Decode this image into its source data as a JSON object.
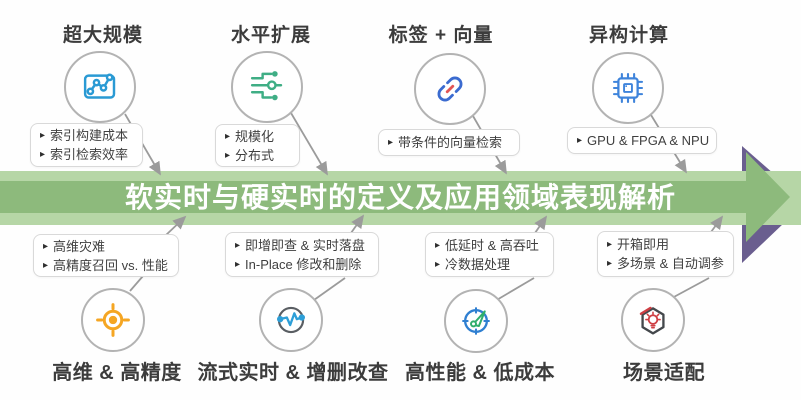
{
  "banner": {
    "title": "软实时与硬实时的定义及应用领域表现解析"
  },
  "bullet": "▸",
  "top_groups": [
    {
      "header": "超大规模",
      "icon": "scatter-chart-icon",
      "items": [
        "索引构建成本",
        "索引检索效率"
      ]
    },
    {
      "header": "水平扩展",
      "icon": "network-branch-icon",
      "items": [
        "规模化",
        "分布式"
      ]
    },
    {
      "header": "标签 + 向量",
      "icon": "link-icon",
      "items": [
        "带条件的向量检索"
      ]
    },
    {
      "header": "异构计算",
      "icon": "chip-icon",
      "items": [
        "GPU & FPGA & NPU"
      ]
    }
  ],
  "bottom_groups": [
    {
      "label": "高维 & 高精度",
      "icon": "crosshair-target-icon",
      "items": [
        "高维灾难",
        "高精度召回 vs. 性能"
      ]
    },
    {
      "label": "流式实时 & 增删改查",
      "icon": "pulse-wave-icon",
      "items": [
        "即增即查 & 实时落盘",
        "In-Place 修改和删除"
      ]
    },
    {
      "label": "高性能 & 低成本",
      "icon": "gauge-icon",
      "items": [
        "低延时 & 高吞吐",
        "冷数据处理"
      ]
    },
    {
      "label": "场景适配",
      "icon": "hexagon-bulb-icon",
      "items": [
        "开箱即用",
        "多场景 & 自动调参"
      ]
    }
  ],
  "colors": {
    "banner_light": "#b6d6a6",
    "banner_dark": "#8dba7c",
    "banner_back_arrow_purple": "#6a5e8f",
    "banner_text": "#ffffff",
    "connector_gray": "#9b9b9b",
    "scatter_blue": "#2a9ad4",
    "circuit_green": "#3fae85",
    "link_blue": "#3b6bd0",
    "link_red": "#e25555",
    "chip_blue": "#3f84db",
    "target_orange": "#f5a623",
    "pulse_blue": "#2d9fd8",
    "ring_gray": "#5a5e63",
    "gauge_blue": "#2f7fd1",
    "needle_green": "#2fae6c",
    "hex_dark": "#44484c",
    "bulb_red": "#cf3f44"
  }
}
